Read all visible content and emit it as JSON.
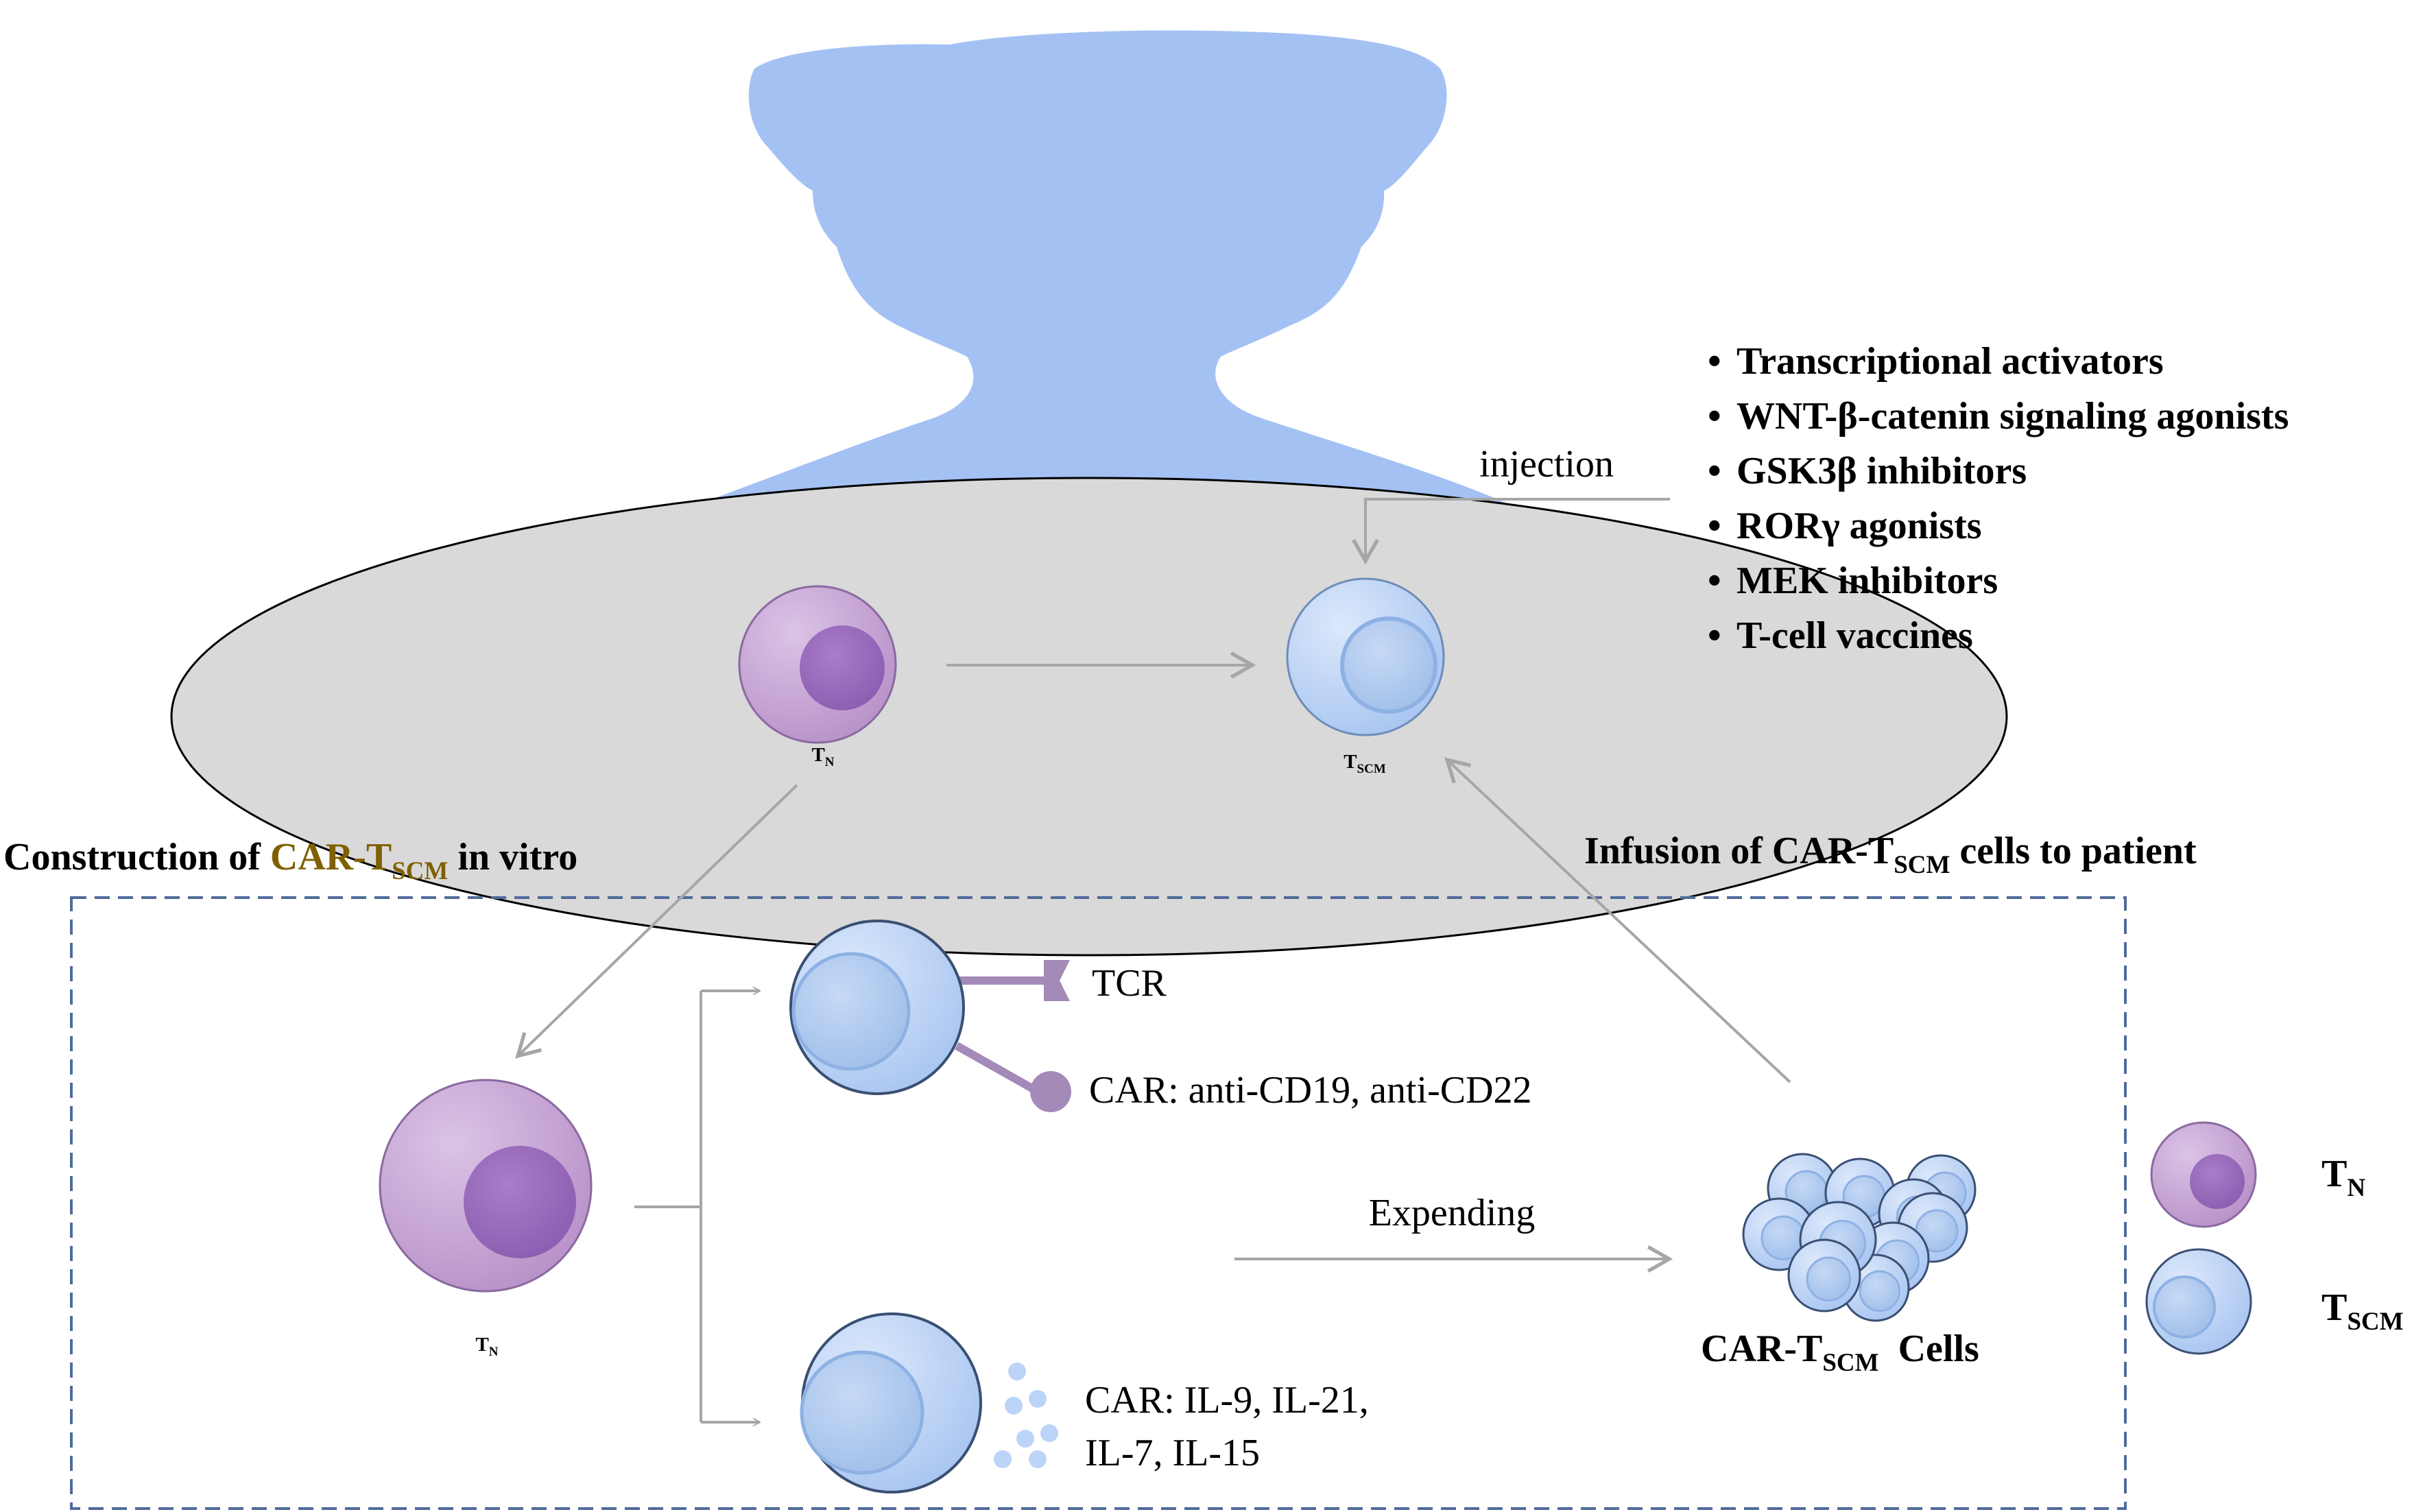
{
  "labels": {
    "tn": "T",
    "tn_sub": "N",
    "tscm": "T",
    "tscm_sub": "SCM",
    "injection": "injection",
    "construction_pre": "Construction of ",
    "construction_car": "CAR-T",
    "construction_car_sub": "SCM",
    "construction_post": " in vitro",
    "infusion_pre": "Infusion of CAR-T",
    "infusion_sub": "SCM",
    "infusion_post": " cells to patient",
    "tcr": "TCR",
    "car_antibodies": "CAR: anti-CD19, anti-CD22",
    "car_cytokines_line1": "CAR: IL-9, IL-21,",
    "car_cytokines_line2": "IL-7, IL-15",
    "expending": "Expending",
    "cells_pre": "CAR-T",
    "cells_sub": "SCM",
    "cells_post": "  Cells"
  },
  "agents": [
    "Transcriptional activators",
    "WNT-β-catenin signaling agonists",
    "GSK3β inhibitors",
    "RORγ agonists",
    "MEK inhibitors",
    "T-cell vaccines"
  ],
  "bullet": "•",
  "colors": {
    "body": "#a3c1f3",
    "ellipse": "#d9d9d9",
    "tn_cell": "#c49fd3",
    "tn_nucleus": "#9a6bbd",
    "tscm_cell": "#bcd4f7",
    "tscm_nucleus": "#9fbde8",
    "arrow": "#a6a6a6",
    "receptor": "#a48ab8",
    "highlight": "#7f6000",
    "frame": "#4f6b9a"
  }
}
